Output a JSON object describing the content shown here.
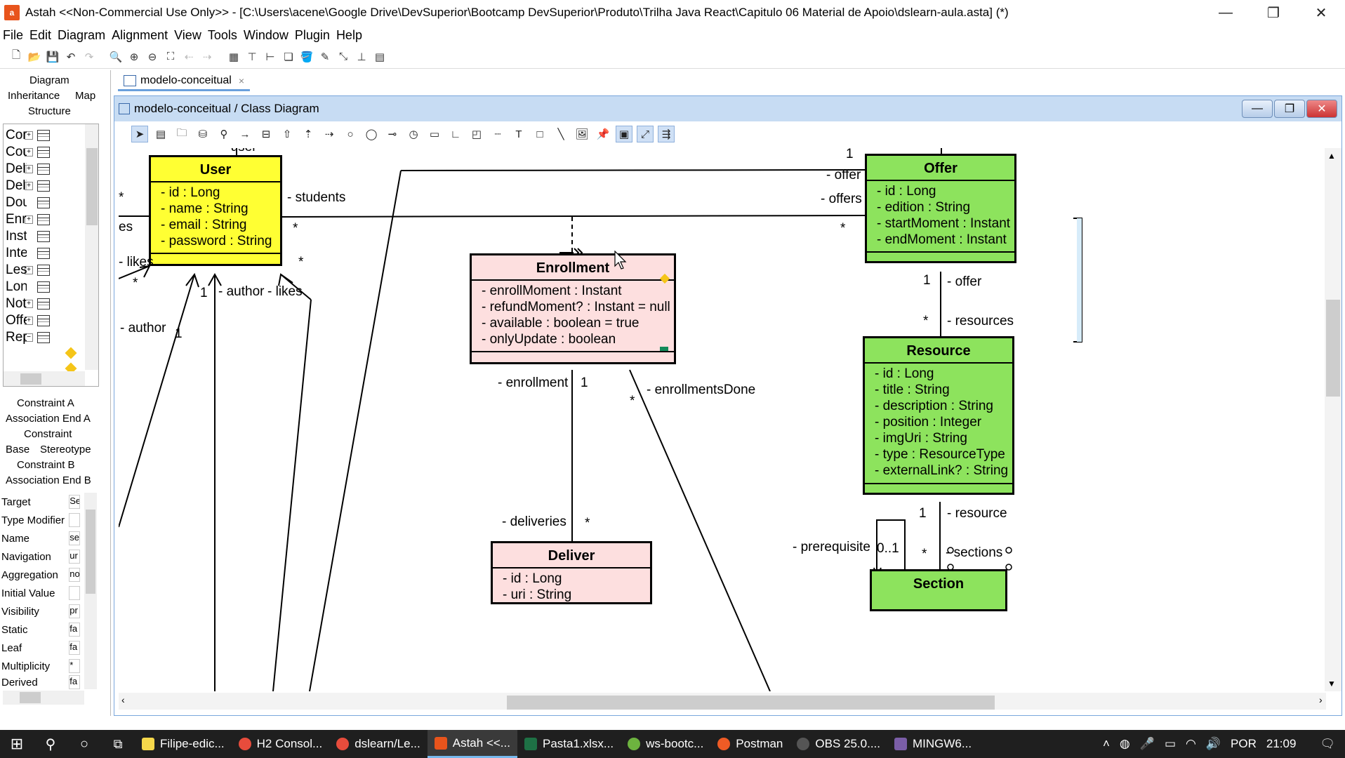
{
  "titlebar": {
    "app": "Astah",
    "title": "Astah  <<Non-Commercial Use Only>>  - [C:\\Users\\acene\\Google Drive\\DevSuperior\\Bootcamp DevSuperior\\Produto\\Trilha Java React\\Capitulo 06 Material de Apoio\\dslearn-aula.asta] (*)",
    "logo": "a",
    "minimize": "—",
    "restore": "❐",
    "close": "✕"
  },
  "menu": [
    "File",
    "Edit",
    "Diagram",
    "Alignment",
    "View",
    "Tools",
    "Window",
    "Plugin",
    "Help"
  ],
  "left_panel": {
    "tabs": [
      "Diagram",
      "Inheritance",
      "Map",
      "Structure"
    ],
    "tree": [
      {
        "label": "Con",
        "exp": "+"
      },
      {
        "label": "Cou",
        "exp": "+"
      },
      {
        "label": "Deliv",
        "exp": "+"
      },
      {
        "label": "Deliv",
        "exp": "+"
      },
      {
        "label": "Dou",
        "exp": ""
      },
      {
        "label": "Enro",
        "exp": "+"
      },
      {
        "label": "Insta",
        "exp": ""
      },
      {
        "label": "Inte",
        "exp": ""
      },
      {
        "label": "Less",
        "exp": "+"
      },
      {
        "label": "Long",
        "exp": ""
      },
      {
        "label": "Noti",
        "exp": "+"
      },
      {
        "label": "Offe",
        "exp": "+"
      },
      {
        "label": "Repl",
        "exp": "−"
      }
    ],
    "prop_tabs": [
      "Constraint A",
      "Association End A",
      "Constraint",
      "Base",
      "Stereotype",
      "Constraint B",
      "Association End B"
    ],
    "props": [
      {
        "k": "Target",
        "v": "Se"
      },
      {
        "k": "Type Modifier",
        "v": ""
      },
      {
        "k": "Name",
        "v": "se"
      },
      {
        "k": "Navigation",
        "v": "ur"
      },
      {
        "k": "Aggregation",
        "v": "no"
      },
      {
        "k": "Initial Value",
        "v": ""
      },
      {
        "k": "Visibility",
        "v": "pr"
      },
      {
        "k": "Static",
        "v": "fa"
      },
      {
        "k": "Leaf",
        "v": "fa"
      },
      {
        "k": "Multiplicity",
        "v": "*"
      },
      {
        "k": "Derived",
        "v": "fa"
      }
    ]
  },
  "doc_tab": {
    "label": "modelo-conceitual",
    "close": "×"
  },
  "frame": {
    "title": "modelo-conceitual / Class Diagram"
  },
  "classes": {
    "user": {
      "name": "User",
      "attrs": [
        "- id : Long",
        "- name : String",
        "- email : String",
        "- password : String"
      ]
    },
    "enrollment": {
      "name": "Enrollment",
      "attrs": [
        "- enrollMoment : Instant",
        "- refundMoment? : Instant = null",
        "- available : boolean = true",
        "- onlyUpdate : boolean"
      ]
    },
    "offer": {
      "name": "Offer",
      "attrs": [
        "- id : Long",
        "- edition : String",
        "- startMoment : Instant",
        "- endMoment : Instant"
      ]
    },
    "resource": {
      "name": "Resource",
      "attrs": [
        "- id : Long",
        "- title : String",
        "- description : String",
        "- position : Integer",
        "- imgUri : String",
        "- type : ResourceType",
        "- externalLink? : String"
      ]
    },
    "deliver": {
      "name": "Deliver",
      "attrs": [
        "- id : Long",
        "- uri : String"
      ]
    },
    "section": {
      "name": "Section"
    }
  },
  "labels": {
    "user_top": "- user",
    "one_top": "1",
    "star_left": "*",
    "es": "es",
    "students": "- students",
    "star_students": "*",
    "likes_left": "- likes",
    "star_likes_left": "*",
    "star_right_user": "*",
    "one_author": "1",
    "author_mid": "- author",
    "likes_mid": "- likes",
    "author_left": "- author",
    "one_author_left": "1",
    "one_offer": "1",
    "offer_top": "- offer",
    "offers": "- offers",
    "star_offers": "*",
    "one_offer_res": "1",
    "offer_res": "- offer",
    "star_res": "*",
    "resources": "- resources",
    "enrollment": "- enrollment",
    "one_enroll": "1",
    "star_done": "*",
    "enrollmentsDone": "- enrollmentsDone",
    "deliveries": "- deliveries",
    "star_deliv": "*",
    "one_resource": "1",
    "resource_lbl": "- resource",
    "prerequisite": "- prerequisite",
    "zero_one": "0..1",
    "star_sections": "*",
    "sections": "- sections"
  },
  "taskbar": {
    "items": [
      {
        "label": "Filipe-edic...",
        "color": "#f6d84b"
      },
      {
        "label": "H2 Consol...",
        "color": "#e74c3c"
      },
      {
        "label": "dslearn/Le...",
        "color": "#e74c3c"
      },
      {
        "label": "Astah  <<...",
        "color": "#e8541c"
      },
      {
        "label": "Pasta1.xlsx...",
        "color": "#1e7145"
      },
      {
        "label": "ws-bootc...",
        "color": "#6db33f"
      },
      {
        "label": "Postman",
        "color": "#ef5b25"
      },
      {
        "label": "OBS 25.0....",
        "color": "#555"
      },
      {
        "label": "MINGW6...",
        "color": "#7b5ea7"
      }
    ],
    "lang": "POR",
    "time": "21:09"
  }
}
